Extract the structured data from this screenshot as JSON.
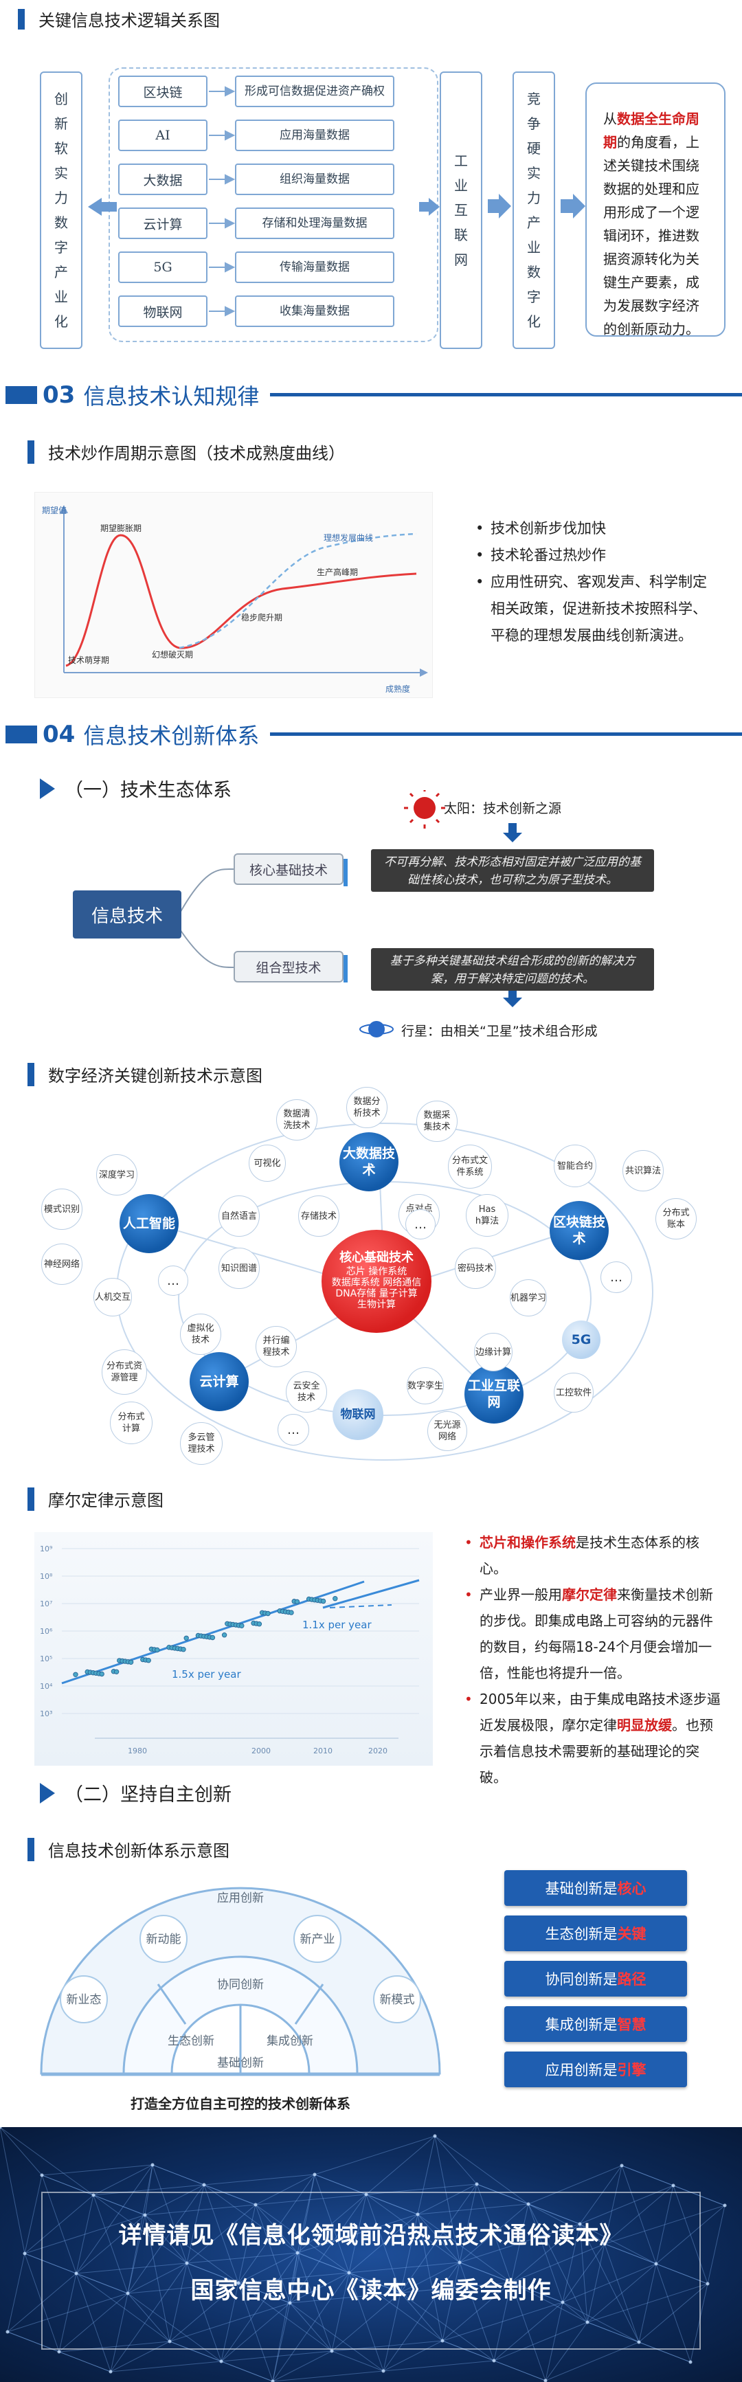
{
  "logic_map": {
    "title": "关键信息技术逻辑关系图",
    "left_label": "创新软实力数字产业化",
    "right_label": "竞争硬实力产业数字化",
    "center_label": "工业互联网",
    "techs": [
      "区块链",
      "AI",
      "大数据",
      "云计算",
      "5G",
      "物联网"
    ],
    "data_items": [
      "形成可信数据\n促进资产确权",
      "应用海量数据",
      "组织海量数据",
      "存储和处理海量数据",
      "传输海量数据",
      "收集海量数据"
    ],
    "desc_pre": "从",
    "desc_red": "数据全生命周期",
    "desc_post": "的角度看，上述关键技术围绕数据的处理和应用形成了一个逻辑闭环，推进数据资源转化为关键生产要素，成为发展数字经济的创新原动力。"
  },
  "section03": {
    "num": "03",
    "title": "信息技术认知规律"
  },
  "hype": {
    "title": "技术炒作周期示意图（技术成熟度曲线）",
    "y_label": "期望值",
    "x_label": "成熟度",
    "labels": [
      "期望膨胀期",
      "技术萌芽期",
      "幻想破灭期",
      "稳步爬升期",
      "生产高峰期",
      "理想发展曲线"
    ],
    "bullets": [
      "技术创新步伐加快",
      "技术轮番过热炒作",
      "应用性研究、客观发声、科学制定相关政策，促进新技术按照科学、平稳的理想发展曲线创新演进。"
    ]
  },
  "section04": {
    "num": "04",
    "title": "信息技术创新体系"
  },
  "eco": {
    "part_title": "（一）技术生态体系",
    "sun_label": "太阳：技术创新之源",
    "root": "信息技术",
    "core": "核心基础技术",
    "combo": "组合型技术",
    "core_desc": "不可再分解、技术形态相对固定并被广泛应用的基础性核心技术，也可称之为原子型技术。",
    "combo_desc": "基于多种关键基础技术组合形成的创新的解决方案，用于解决特定问题的技术。",
    "planet_label": "行星：由相关“卫星”技术组合形成"
  },
  "digital": {
    "title": "数字经济关键创新技术示意图",
    "core_title": "核心基础技术",
    "core_lines": [
      "芯片 操作系统",
      "数据库系统 网络通信",
      "DNA存储 量子计算",
      "生物计算"
    ],
    "hubs": [
      "大数据技术",
      "人工智能",
      "区块链技术",
      "云计算",
      "工业互联网",
      "5G",
      "物联网"
    ],
    "nodes": [
      "数据分析技术",
      "数据清洗技术",
      "数据采集技术",
      "可视化",
      "分布式文件系统",
      "存储技术",
      "点对点传输",
      "Hash算法",
      "智能合约",
      "共识算法",
      "分布式账本",
      "密码技术",
      "机器学习",
      "深度学习",
      "模式识别",
      "自然语言",
      "知识图谱",
      "神经网络",
      "人机交互",
      "虚拟化技术",
      "并行编程技术",
      "分布式资源管理",
      "分布式计算",
      "云安全技术",
      "多云管理技术",
      "边缘计算",
      "工控软件",
      "数字孪生",
      "无光源网络",
      "…"
    ]
  },
  "moore": {
    "title": "摩尔定律示意图",
    "annot1": "1.1x per year",
    "annot2": "1.5x per year",
    "years": [
      "1980",
      "2000",
      "2010",
      "2020"
    ],
    "y_ticks": [
      "10⁹",
      "10⁸",
      "10⁷",
      "10⁶",
      "10⁵",
      "10⁴",
      "10³"
    ],
    "b1_red": "芯片和操作系统",
    "b1_post": "是技术生态体系的核心。",
    "b2_pre": "产业界一般用",
    "b2_red": "摩尔定律",
    "b2_post": "来衡量技术创新的步伐。即集成电路上可容纳的元器件的数目，约每隔18-24个月便会增加一倍，性能也将提升一倍。",
    "b3_pre": "2005年以来，由于集成电路技术逐步逼近发展极限，摩尔定律",
    "b3_red": "明显放缓",
    "b3_post": "。也预示着信息技术需要新的基础理论的突破。"
  },
  "autonomy": {
    "part_title": "（二）坚持自主创新",
    "title": "信息技术创新体系示意图",
    "caption": "打造全方位自主可控的技术创新体系",
    "arc_labels": [
      "应用创新",
      "新动能",
      "新产业",
      "新业态",
      "新模式",
      "协同创新",
      "生态创新",
      "集成创新",
      "基础创新"
    ],
    "buttons": [
      {
        "pre": "基础创新是",
        "red": "核心"
      },
      {
        "pre": "生态创新是",
        "red": "关键"
      },
      {
        "pre": "协同创新是",
        "red": "路径"
      },
      {
        "pre": "集成创新是",
        "red": "智慧"
      },
      {
        "pre": "应用创新是",
        "red": "引擎"
      }
    ]
  },
  "banner": {
    "line1": "详情请见《信息化领域前沿热点技术通俗读本》",
    "line2": "国家信息中心《读本》编委会制作"
  }
}
